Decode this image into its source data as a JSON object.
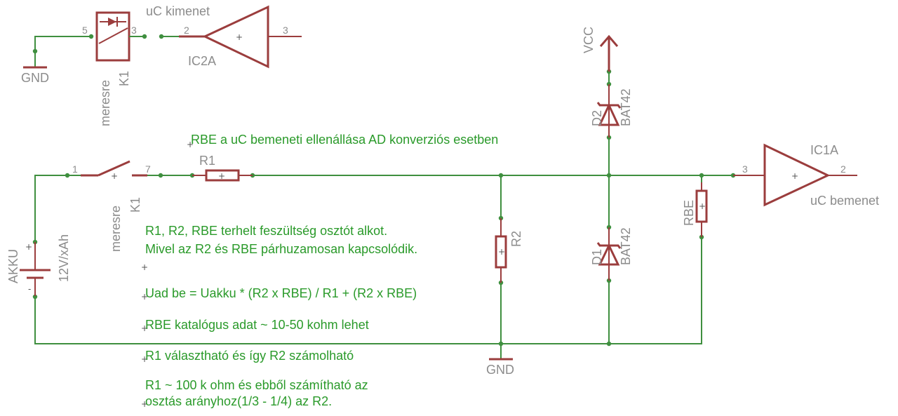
{
  "labels": {
    "uc_kimenet": "uC kimenet",
    "ic2a": "IC2A",
    "gnd_top": "GND",
    "k1_top_name": "K1",
    "k1_top_value": "meresre",
    "vcc": "VCC",
    "d2": "D2",
    "d2_value": "BAT42",
    "d1": "D1",
    "d1_value": "BAT42",
    "r1": "R1",
    "r2": "R2",
    "rbe": "RBE",
    "ic1a": "IC1A",
    "uc_bemenet": "uC bemenet",
    "k1_bottom_name": "K1",
    "k1_bottom_value": "meresre",
    "akku": "AKKU",
    "akku_value": "12V/xAh",
    "gnd_bottom": "GND"
  },
  "pins": {
    "k1_top_5": "5",
    "k1_top_3": "3",
    "ic2a_in": "2",
    "ic2a_out": "3",
    "k1_bottom_1": "1",
    "k1_bottom_7": "7",
    "ic1a_in": "3",
    "ic1a_out": "2"
  },
  "notes": {
    "rbe_title": "RBE a uC bemeneti ellenállása AD konverziós esetben",
    "line1": "R1, R2, RBE terhelt feszültség osztót alkot.",
    "line2": "Mivel az R2 és RBE párhuzamosan kapcsolódik.",
    "formula": "Uad be = Uakku * (R2 x RBE) / R1 + (R2 x RBE)",
    "catalog": "RBE katalógus adat ~ 10-50 kohm lehet",
    "r1_choice": "R1 választható és így R2 számolható",
    "calc1": "R1 ~ 100 k ohm és ebből számítható az",
    "calc2": "osztás arányhoz(1/3 - 1/4) az R2."
  },
  "colors": {
    "wire": "#3f8f3f",
    "part": "#9b3d3d",
    "label": "#8c8c8c",
    "note": "#2a9a2a"
  }
}
